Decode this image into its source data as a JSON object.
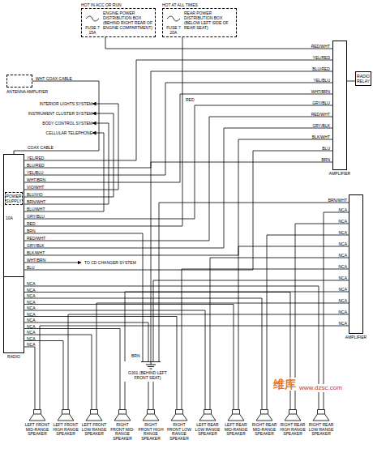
{
  "diagram": {
    "nodes": [
      {
        "text": [
          "HOT IN ACC OR RUN",
          "FUSE 7 15A",
          "ENGINE POWER DISTRIBUTION BOX (BEHIND RIGHT REAR OF ENGINE COMPARTMENT)"
        ]
      },
      {
        "text": [
          "HOT AT ALL TIMES",
          "FUSE 7 20A",
          "REAR POWER DISTRIBUTION BOX (BELOW LEFT SIDE OF REAR SEAT)"
        ]
      },
      {
        "text": [
          "ANTENNA AMPLIFIER"
        ]
      },
      {
        "text": [
          "INTERIOR LIGHTS SYSTEM"
        ]
      },
      {
        "text": [
          "INSTRUMENT CLUSTER SYSTEM"
        ]
      },
      {
        "text": [
          "BODY CONTROL SYSTEM"
        ]
      },
      {
        "text": [
          "CELLULAR TELEPHONE"
        ]
      },
      {
        "text": [
          "RADIO"
        ]
      },
      {
        "text": [
          "POWER SUPPLY"
        ],
        "in": 7
      },
      {
        "text": [
          "AMPLIFIER"
        ]
      },
      {
        "text": [
          "RADIO RELAY"
        ]
      },
      {
        "text": [
          "AMPLIFIER"
        ]
      },
      {
        "text": [
          "G301 (BEHIND LEFT FRONT SEAT)"
        ]
      },
      {
        "text": [
          "LEFT FRONT MID-RANGE SPEAKER"
        ]
      },
      {
        "text": [
          "LEFT FRONT HIGH RANGE SPEAKER"
        ]
      },
      {
        "text": [
          "LEFT FRONT LOW RANGE SPEAKER"
        ]
      },
      {
        "text": [
          "RIGHT FRONT MID-RANGE SPEAKER"
        ]
      },
      {
        "text": [
          "RIGHT FRONT HIGH RANGE SPEAKER"
        ]
      },
      {
        "text": [
          "RIGHT FRONT LOW RANGE SPEAKER"
        ]
      },
      {
        "text": [
          "LEFT REAR LOW RANGE SPEAKER"
        ]
      },
      {
        "text": [
          "LEFT REAR MID-RANGE SPEAKER"
        ]
      },
      {
        "text": [
          "RIGHT REAR MID-RANGE SPEAKER"
        ]
      },
      {
        "text": [
          "RIGHT REAR HIGH RANGE SPEAKER"
        ]
      },
      {
        "text": [
          "RIGHT REAR LOW RANGE SPEAKER"
        ]
      }
    ],
    "edges": [
      {
        "from": 0,
        "to": 9,
        "arrow": "none"
      },
      {
        "from": 1,
        "to": 7,
        "arrow": "none"
      },
      {
        "from": 2,
        "to": 7,
        "arrow": "none"
      },
      {
        "from": 7,
        "to": 3,
        "arrow": "to"
      },
      {
        "from": 7,
        "to": 4,
        "arrow": "to"
      },
      {
        "from": 7,
        "to": 5,
        "arrow": "to"
      },
      {
        "from": 7,
        "to": 6,
        "arrow": "to"
      },
      {
        "from": 7,
        "to": 9,
        "arrow": "none"
      },
      {
        "from": 7,
        "to": 9,
        "arrow": "none"
      },
      {
        "from": 7,
        "to": 9,
        "arrow": "none"
      },
      {
        "from": 7,
        "to": 9,
        "arrow": "none"
      },
      {
        "from": 7,
        "to": 9,
        "arrow": "none"
      },
      {
        "from": 7,
        "to": 9,
        "arrow": "none"
      },
      {
        "from": 7,
        "to": 9,
        "arrow": "none"
      },
      {
        "from": 7,
        "to": 9,
        "arrow": "none"
      },
      {
        "from": 7,
        "to": 9,
        "arrow": "none"
      },
      {
        "from": 9,
        "to": 10,
        "arrow": "none"
      },
      {
        "from": 7,
        "to": 12,
        "arrow": "none"
      },
      {
        "from": 9,
        "to": 12,
        "arrow": "none"
      },
      {
        "from": 11,
        "to": 12,
        "arrow": "none"
      },
      {
        "from": 7,
        "to": 13,
        "arrow": "none"
      },
      {
        "from": 7,
        "to": 14,
        "arrow": "none"
      },
      {
        "from": 7,
        "to": 15,
        "arrow": "none"
      },
      {
        "from": 7,
        "to": 16,
        "arrow": "none"
      },
      {
        "from": 7,
        "to": 17,
        "arrow": "none"
      },
      {
        "from": 7,
        "to": 18,
        "arrow": "none"
      },
      {
        "from": 7,
        "to": 19,
        "arrow": "none"
      },
      {
        "from": 7,
        "to": 20,
        "arrow": "none"
      },
      {
        "from": 7,
        "to": 21,
        "arrow": "none"
      },
      {
        "from": 7,
        "to": 22,
        "arrow": "none"
      },
      {
        "from": 7,
        "to": 23,
        "arrow": "none"
      },
      {
        "from": 11,
        "to": 13,
        "arrow": "none"
      },
      {
        "from": 11,
        "to": 14,
        "arrow": "none"
      },
      {
        "from": 11,
        "to": 15,
        "arrow": "none"
      },
      {
        "from": 11,
        "to": 16,
        "arrow": "none"
      },
      {
        "from": 11,
        "to": 17,
        "arrow": "none"
      },
      {
        "from": 11,
        "to": 18,
        "arrow": "none"
      },
      {
        "from": 11,
        "to": 19,
        "arrow": "none"
      },
      {
        "from": 11,
        "to": 20,
        "arrow": "none"
      },
      {
        "from": 11,
        "to": 21,
        "arrow": "none"
      },
      {
        "from": 11,
        "to": 22,
        "arrow": "none"
      },
      {
        "from": 11,
        "to": 23,
        "arrow": "none"
      }
    ],
    "labels": [
      "WHT",
      "COAX CABLE",
      "COAX CABLE",
      "YEL/RED",
      "BLU/RED",
      "YEL/BLU",
      "WHT/BRN",
      "VIO/WHT",
      "BLU/VIO",
      "BRN/WHT",
      "BLU/WHT",
      "GRY/BLU",
      "RED",
      "BRN",
      "RED/WHT",
      "GRY/BLK",
      "BLK/WHT",
      "WHT/BRN",
      "BLU",
      "10A",
      "TO CD CHANGER SYSTEM",
      "RED/WHT",
      "YEL/RED",
      "BLU/RED",
      "YEL/BLU",
      "WHT/BRN",
      "GRY/BLU",
      "RED/WHT",
      "GRY/BLK",
      "BLK/WHT",
      "BLU",
      "BRN",
      "RED",
      "BRN/WHT",
      "NCA",
      "NCA",
      "NCA",
      "NCA",
      "NCA",
      "NCA",
      "NCA",
      "NCA",
      "NCA",
      "NCA",
      "NCA",
      "NCA",
      "NCA",
      "NCA",
      "NCA",
      "NCA",
      "NCA",
      "NCA",
      "NCA",
      "NCA",
      "NCA",
      "NCA",
      "BRN",
      "维库",
      "www.dzsc.com"
    ]
  }
}
